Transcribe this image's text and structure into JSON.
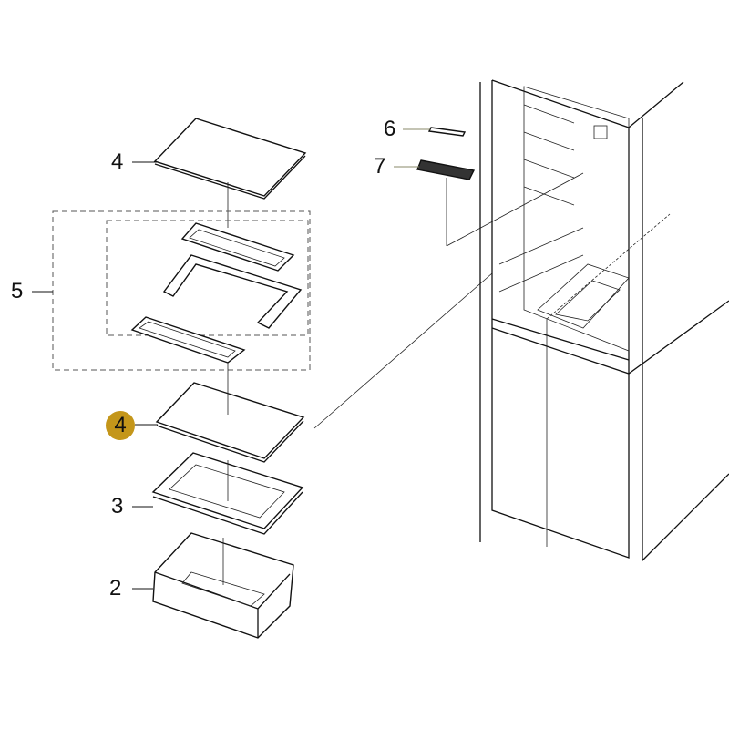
{
  "highlight_color": "#C4961A",
  "callouts": [
    {
      "id": "shelf-top",
      "label": "4"
    },
    {
      "id": "shelf-assembly",
      "label": "5"
    },
    {
      "id": "shelf-selected",
      "label": "4"
    },
    {
      "id": "crisper-cover",
      "label": "3"
    },
    {
      "id": "crisper-drawer",
      "label": "2"
    },
    {
      "id": "strip",
      "label": "6"
    },
    {
      "id": "bracket",
      "label": "7"
    }
  ]
}
